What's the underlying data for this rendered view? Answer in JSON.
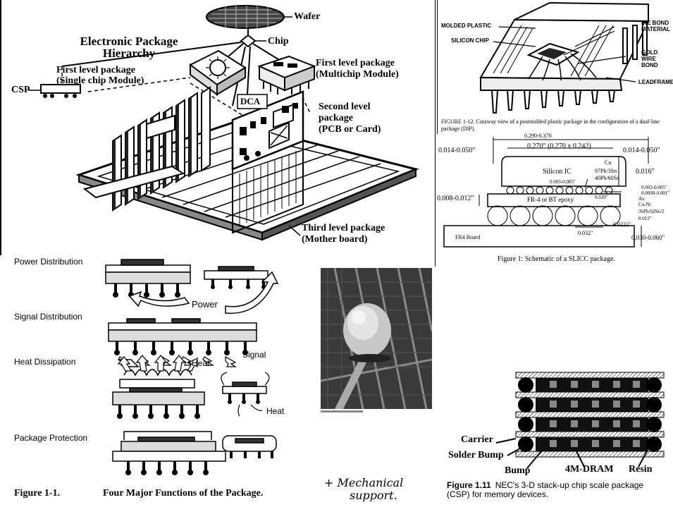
{
  "hierarchy": {
    "title_line1": "Electronic Package",
    "title_line2": "Hierarchy",
    "wafer": "Wafer",
    "chip": "Chip",
    "csp": "CSP",
    "dca": "DCA",
    "first_single_line1": "First level package",
    "first_single_line2": "(Single chip Module)",
    "first_multi_line1": "First level package",
    "first_multi_line2": "(Multichip Module)",
    "second_line1": "Second level",
    "second_line2": "package",
    "second_line3": "(PCB or Card)",
    "third_line1": "Third level package",
    "third_line2": "(Mother board)"
  },
  "dip": {
    "molded_plastic": "MOLDED PLASTIC",
    "silicon_chip": "SILICON CHIP",
    "die_bond_line1": "DIE BOND",
    "die_bond_line2": "MATERIAL",
    "gold_wire_line1": "GOLD WIRE",
    "gold_wire_line2": "BOND",
    "leadframe": "LEADFRAME",
    "caption_line1": "FIGURE 1-12.   Cutaway view of a postmolded plastic package in the configuration of a dual-line",
    "caption_line2": "package (DIP)."
  },
  "slicc": {
    "dim_top": "0.290-0.370",
    "dim_ic": "0.270\" (0.270 x 0.242)",
    "dim_left": "0.014-0.050\"",
    "dim_right": "0.014-0.050\"",
    "silicon_ic": "Silicon IC",
    "cu": "Cu",
    "pb97": "97Pb/3Sn",
    "pb40": "40Pb/60Sn",
    "dim_016": "0.016\"",
    "dim_003": "0.003-0.005\"",
    "dim_003b": "0.003-0.005\"",
    "dim_0008": "0.0008-0.001\"",
    "dim_left2": "0.008-0.012\"",
    "fr4_epoxy": "FR-4 or BT epoxy",
    "dim_020": "0.020\"",
    "au": "Au",
    "cuni": "Cu-Ni",
    "pb36": "36Pb/62Sn/2",
    "dim_012": "0.012\"",
    "dim_022": "0.0222\"",
    "dim_032": "0.032\"",
    "fr4_board": "FR4 Board",
    "dim_030": "0.030-0.060\"",
    "caption": "Figure 1:  Schematic of a SLICC package."
  },
  "functions": {
    "power": "Power Distribution",
    "power_arrow": "Power",
    "signal": "Signal Distribution",
    "signal_arrow": "Signal",
    "heat": "Heat Dissipation",
    "heat_arrow1": "Heat",
    "heat_arrow2": "Heat",
    "protection": "Package Protection",
    "caption_prefix": "Figure    1-1.",
    "caption_text": "Four Major Functions of the Package.",
    "handwritten_line1": "+ Mechanical",
    "handwritten_line2": "support."
  },
  "stack": {
    "carrier": "Carrier",
    "solder_bump": "Solder Bump",
    "bump": "Bump",
    "dram": "4M-DRAM",
    "resin": "Resin",
    "caption_label": "Figure 1.11",
    "caption_line1": "NEC's 3-D stack-up chip scale package",
    "caption_line2": "(CSP) for memory devices."
  },
  "colors": {
    "ink": "#000000",
    "photo_dark": "#3a3a3a",
    "photo_mid": "#8a8a8a",
    "paper": "#ffffff"
  }
}
